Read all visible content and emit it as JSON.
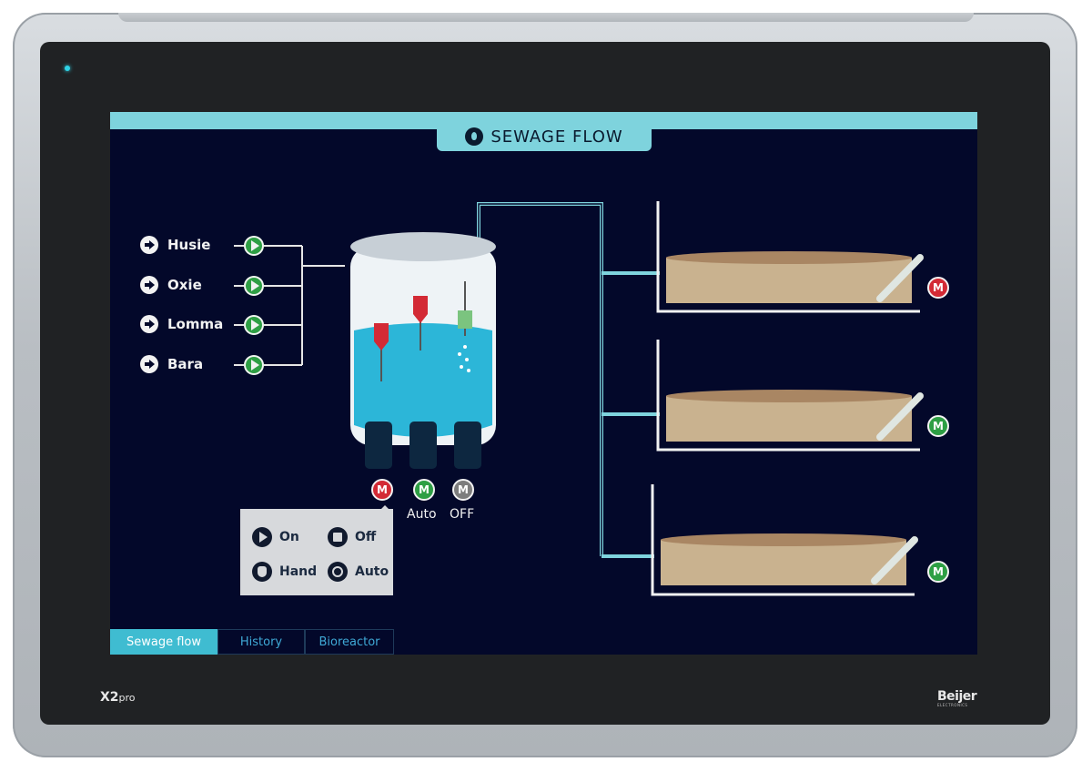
{
  "device": {
    "model": "X2pro",
    "model_main": "X2",
    "model_suffix": "pro",
    "maker": "Beijer",
    "maker_sub": "ELECTRONICS"
  },
  "title": {
    "text": "SEWAGE FLOW",
    "icon": "water-drop-icon"
  },
  "sources": [
    {
      "label": "Husie"
    },
    {
      "label": "Oxie"
    },
    {
      "label": "Lomma"
    },
    {
      "label": "Bara"
    }
  ],
  "tank_motors": [
    {
      "letter": "M",
      "state": "alarm",
      "color": "#d32a35",
      "label": ""
    },
    {
      "letter": "M",
      "state": "auto",
      "color": "#2e9f44",
      "label": "Auto"
    },
    {
      "letter": "M",
      "state": "off",
      "color": "#7d7d7d",
      "label": "OFF"
    }
  ],
  "control_panel": {
    "items": [
      {
        "label": "On",
        "icon": "play-icon"
      },
      {
        "label": "Off",
        "icon": "stop-icon"
      },
      {
        "label": "Hand",
        "icon": "hand-icon"
      },
      {
        "label": "Auto",
        "icon": "auto-cycle-icon"
      }
    ]
  },
  "basin_motors": [
    {
      "letter": "M",
      "color": "#d32a35"
    },
    {
      "letter": "M",
      "color": "#2e9f44"
    },
    {
      "letter": "M",
      "color": "#2e9f44"
    }
  ],
  "tabs": [
    {
      "label": "Sewage flow",
      "active": true
    },
    {
      "label": "History",
      "active": false
    },
    {
      "label": "Bioreactor",
      "active": false
    }
  ],
  "colors": {
    "accent": "#7ed3dd",
    "screen_bg": "#03082a",
    "water": "#2cb6d8",
    "sludge": "#c9b28f",
    "alarm": "#d32a35",
    "ok": "#2e9f44",
    "off": "#7d7d7d"
  }
}
